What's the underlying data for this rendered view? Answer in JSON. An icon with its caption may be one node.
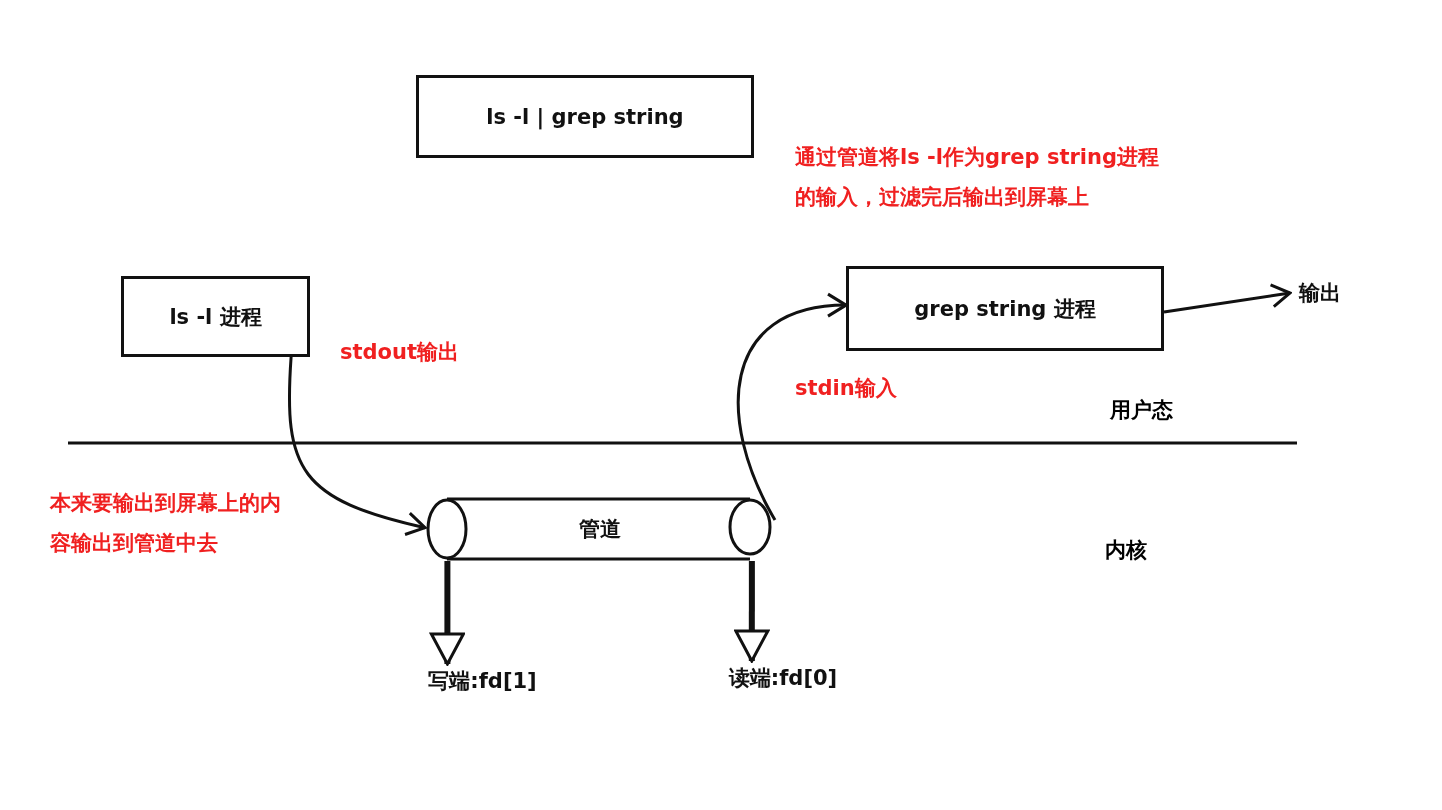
{
  "diagram": {
    "nodes": [
      {
        "text": [
          "ls -l | grep string"
        ]
      },
      {
        "text": [
          "ls -l 进程"
        ]
      },
      {
        "text": [
          "grep string 进程"
        ]
      },
      {
        "text": [
          "管道"
        ]
      },
      {
        "text": [
          "输出"
        ]
      },
      {
        "text": [
          "写端:fd[1]"
        ]
      },
      {
        "text": [
          "读端:fd[0]"
        ]
      }
    ],
    "edges": [
      {
        "from": 1,
        "to": 3,
        "arrow": "to",
        "label": "stdout输出"
      },
      {
        "from": 3,
        "to": 2,
        "arrow": "to",
        "label": "stdin输入"
      },
      {
        "from": 2,
        "to": 4,
        "arrow": "to"
      },
      {
        "from": 3,
        "to": 5,
        "arrow": "to",
        "style": "thick"
      },
      {
        "from": 3,
        "to": 6,
        "arrow": "to",
        "style": "thick"
      }
    ],
    "labels": [
      "通过管道将ls -l作为grep string进程的输入，过滤完后输出到屏幕上",
      "用户态",
      "本来要输出到屏幕上的内容输出到管道中去",
      "内核"
    ]
  }
}
